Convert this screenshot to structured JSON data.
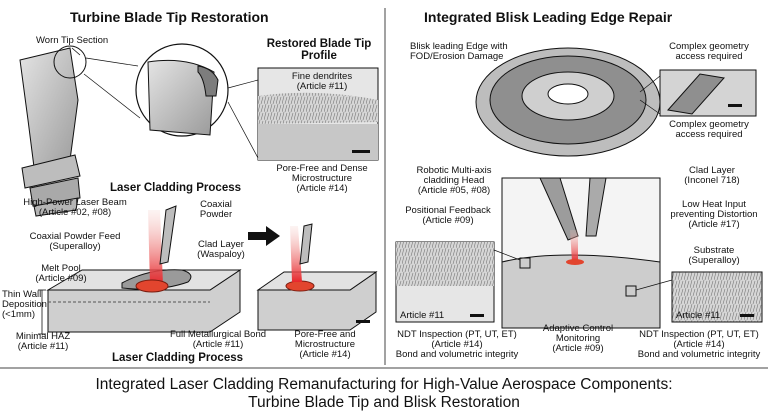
{
  "left": {
    "title": "Turbine Blade Tip Restoration",
    "worn_tip": "Worn Tip Section",
    "restored_profile": [
      "Restored Blade Tip",
      "Profile"
    ],
    "fine_dendrites": [
      "Fine dendrites",
      "(Article #11)"
    ],
    "pore_free_dense": [
      "Pore-Free and Dense",
      "Microstructure",
      "(Article #14)"
    ],
    "process_title": "Laser Cladding Process",
    "laser_beam": [
      "High-Power Laser Beam",
      "(Article #02, #08)"
    ],
    "coaxial_powder": [
      "Coaxial",
      "Powder"
    ],
    "powder_feed": [
      "Coaxial Powder Feed",
      "(Superalloy)"
    ],
    "clad_layer": [
      "Clad Layer",
      "(Waspaloy)"
    ],
    "melt_pool": [
      "Melt Pool",
      "(Article #09)"
    ],
    "thin_wall": [
      "Thin Wall",
      "Deposition",
      "(<1mm)"
    ],
    "minimal_haz": [
      "Minimal HAZ",
      "(Article #11)"
    ],
    "metallurgical_bond": [
      "Full Metallurgical Bond",
      "(Article #11)"
    ],
    "process_title_bottom": "Laser Cladding Process",
    "pore_free_micro": [
      "Pore-Free and",
      "Microstructure",
      "(Article #14)"
    ]
  },
  "right": {
    "title": "Integrated Blisk Leading Edge Repair",
    "blisk_edge": [
      "Blisk leading Edge with",
      "FOD/Erosion Damage"
    ],
    "complex_geom_1": [
      "Complex geometry",
      "access required"
    ],
    "complex_geom_2": [
      "Complex geometry",
      "access required"
    ],
    "robotic_head": [
      "Robotic Multi-axis",
      "cladding Head",
      "(Article #05, #08)"
    ],
    "positional_feedback": [
      "Positional Feedback",
      "(Article #09)"
    ],
    "clad_layer": [
      "Clad Layer",
      "(Inconel 718)"
    ],
    "low_heat": [
      "Low Heat Input",
      "preventing Distortion",
      "(Article #17)"
    ],
    "substrate": [
      "Substrate",
      "(Superalloy)"
    ],
    "inset_left_label": "Article #11",
    "inset_right_label": "Article #11",
    "ndt_left": [
      "NDT Inspection (PT, UT, ET)",
      "(Article #14)",
      "Bond and volumetric integrity"
    ],
    "adaptive": [
      "Adaptive Control",
      "Monitoring",
      "(Article #09)"
    ],
    "ndt_right": [
      "NDT Inspection (PT, UT, ET)",
      "(Article #14)",
      "Bond and volumetric integrity"
    ]
  },
  "caption": [
    "Integrated Laser Cladding Remanufacturing for High-Value Aerospace Components:",
    "Turbine Blade Tip and Blisk Restoration"
  ],
  "colors": {
    "laser": "#e8262b",
    "melt": "#e2452e",
    "metal": "#c9c9c9",
    "dark_metal": "#8e8e8e",
    "line": "#111111"
  }
}
